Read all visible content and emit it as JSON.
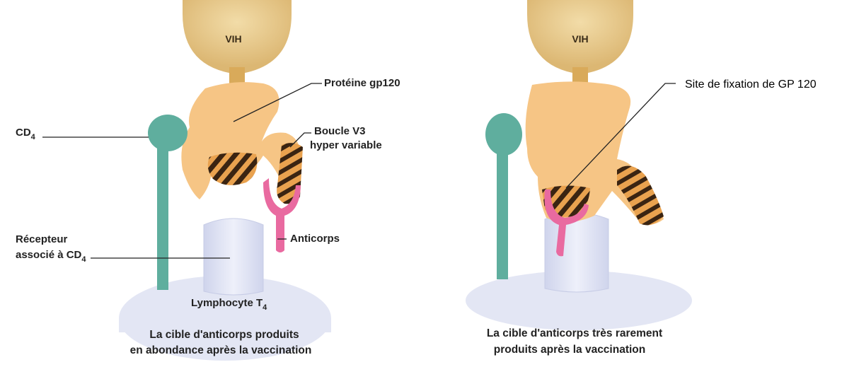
{
  "colors": {
    "virus": "#e7c98a",
    "gp120": "#f6c585",
    "cd4": "#5fae9e",
    "receptor": "#dfe3f3",
    "lymphocyte": "#e3e6f4",
    "antibody": "#e96aa0",
    "stripe_dark": "#3a2412",
    "stripe_light": "#e9a24f"
  },
  "left_panel": {
    "virus_label": "VIH",
    "cd4_label": "CD",
    "cd4_sub": "4",
    "gp120_label": "Protéine gp120",
    "v3_label_line1": "Boucle V3",
    "v3_label_line2": "hyper variable",
    "receptor_label_line1": "Récepteur",
    "receptor_label_line2": "associé à CD",
    "receptor_label_sub": "4",
    "antibody_label": "Anticorps",
    "lymphocyte_label": "Lymphocyte T",
    "lymphocyte_sub": "4",
    "caption_line1": "La cible d'anticorps produits",
    "caption_line2": "en abondance après la vaccination"
  },
  "right_panel": {
    "virus_label": "VIH",
    "site_label": "Site de fixation de GP 120",
    "caption_line1": "La cible d'anticorps très rarement",
    "caption_line2": "produits après la vaccination"
  }
}
